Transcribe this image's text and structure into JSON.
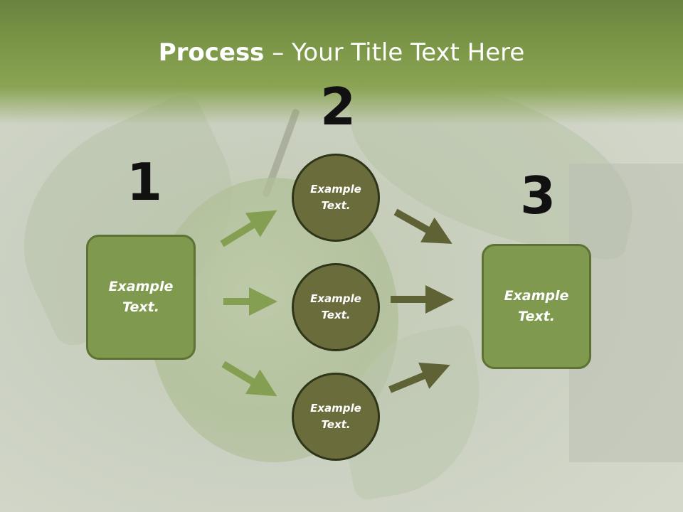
{
  "slide": {
    "title_bold": "Process",
    "title_rest": " – Your Title Text Here"
  },
  "steps": {
    "n1": "1",
    "n2": "2",
    "n3": "3"
  },
  "boxes": {
    "left": "Example\nText.",
    "right": "Example\nText."
  },
  "circles": [
    "Example\nText.",
    "Example\nText.",
    "Example\nText."
  ],
  "colors": {
    "title_band": "#7d9848",
    "box_fill": "#7f9a4e",
    "box_border": "#5d7234",
    "circle_fill": "#6a6d3b",
    "circle_border": "#2f3518",
    "arrow_light": "#859f52",
    "arrow_dark": "#5f6234"
  }
}
